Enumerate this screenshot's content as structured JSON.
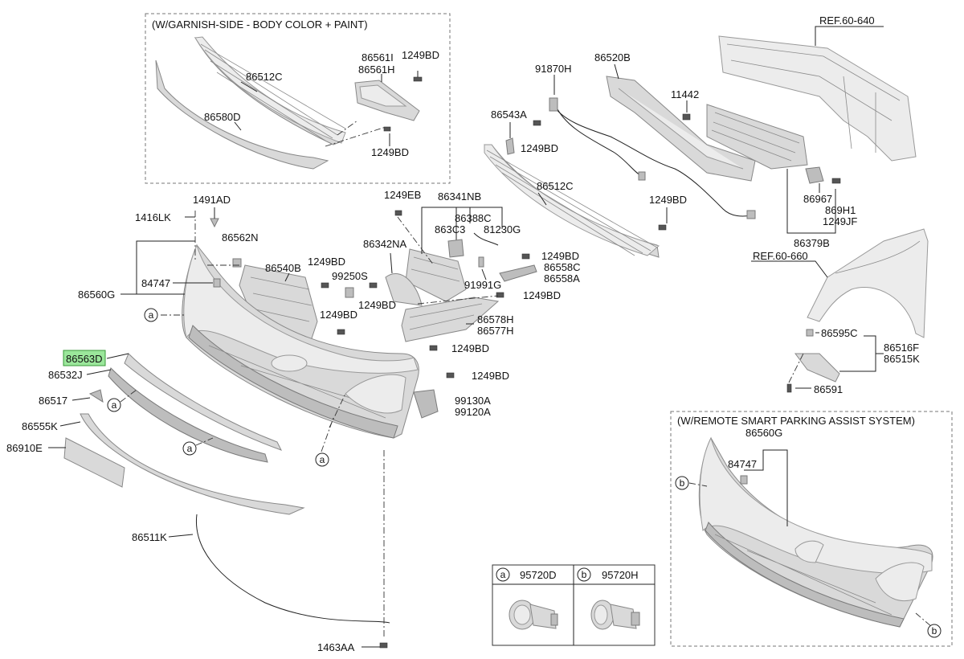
{
  "boxes": {
    "garnish_title": "(W/GARNISH-SIDE - BODY COLOR + PAINT)",
    "rspa_title": "(W/REMOTE SMART PARKING ASSIST SYSTEM)"
  },
  "refs": {
    "ref_60_640": "REF.60-640",
    "ref_60_660": "REF.60-660"
  },
  "labels": {
    "l_86512C_top": "86512C",
    "l_86561I": "86561I",
    "l_86561H": "86561H",
    "l_1249BD_top1": "1249BD",
    "l_86580D": "86580D",
    "l_1249BD_top2": "1249BD",
    "l_91870H": "91870H",
    "l_86520B": "86520B",
    "l_11442": "11442",
    "l_86543A": "86543A",
    "l_1249BD_a": "1249BD",
    "l_86512C_mid": "86512C",
    "l_1249BD_b": "1249BD",
    "l_86967": "86967",
    "l_869H1": "869H1",
    "l_1249JF": "1249JF",
    "l_86379B": "86379B",
    "l_1491AD": "1491AD",
    "l_1416LK": "1416LK",
    "l_1249EB": "1249EB",
    "l_86341NB": "86341NB",
    "l_86388C": "86388C",
    "l_863C3": "863C3",
    "l_81230G": "81230G",
    "l_86562N": "86562N",
    "l_86342NA": "86342NA",
    "l_86540B": "86540B",
    "l_1249BD_c": "1249BD",
    "l_1249BD_d": "1249BD",
    "l_86558C": "86558C",
    "l_86558A": "86558A",
    "l_99250S": "99250S",
    "l_91991G": "91991G",
    "l_84747": "84747",
    "l_86560G": "86560G",
    "l_1249BD_e": "1249BD",
    "l_1249BD_f": "1249BD",
    "l_1249BD_g": "1249BD",
    "l_86578H": "86578H",
    "l_86577H": "86577H",
    "l_1249BD_h": "1249BD",
    "l_1249BD_i": "1249BD",
    "l_86563D": "86563D",
    "l_86532J": "86532J",
    "l_86517": "86517",
    "l_99130A": "99130A",
    "l_99120A": "99120A",
    "l_86555K": "86555K",
    "l_86910E": "86910E",
    "l_86511K": "86511K",
    "l_1463AA": "1463AA",
    "l_86595C": "86595C",
    "l_86516F": "86516F",
    "l_86515K": "86515K",
    "l_86591": "86591",
    "l_86560G_b": "86560G",
    "l_84747_b": "84747"
  },
  "callouts": {
    "a": "a",
    "b": "b"
  },
  "sensor_table": {
    "a_key": "a",
    "a_part": "95720D",
    "b_key": "b",
    "b_part": "95720H"
  },
  "highlight_color": "#9be79b"
}
